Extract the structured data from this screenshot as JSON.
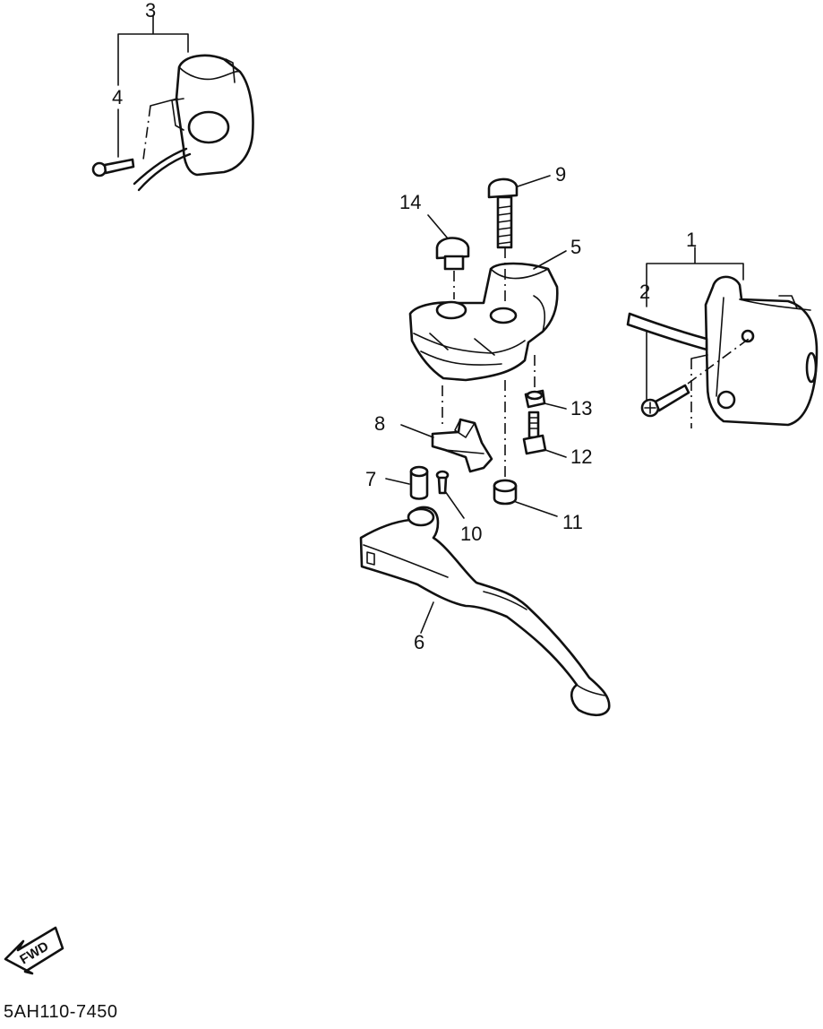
{
  "diagram": {
    "callouts": [
      "1",
      "2",
      "3",
      "4",
      "5",
      "6",
      "7",
      "8",
      "9",
      "10",
      "11",
      "12",
      "13",
      "14"
    ],
    "direction_badge": "FWD",
    "drawing_code": "5AH110-7450"
  }
}
